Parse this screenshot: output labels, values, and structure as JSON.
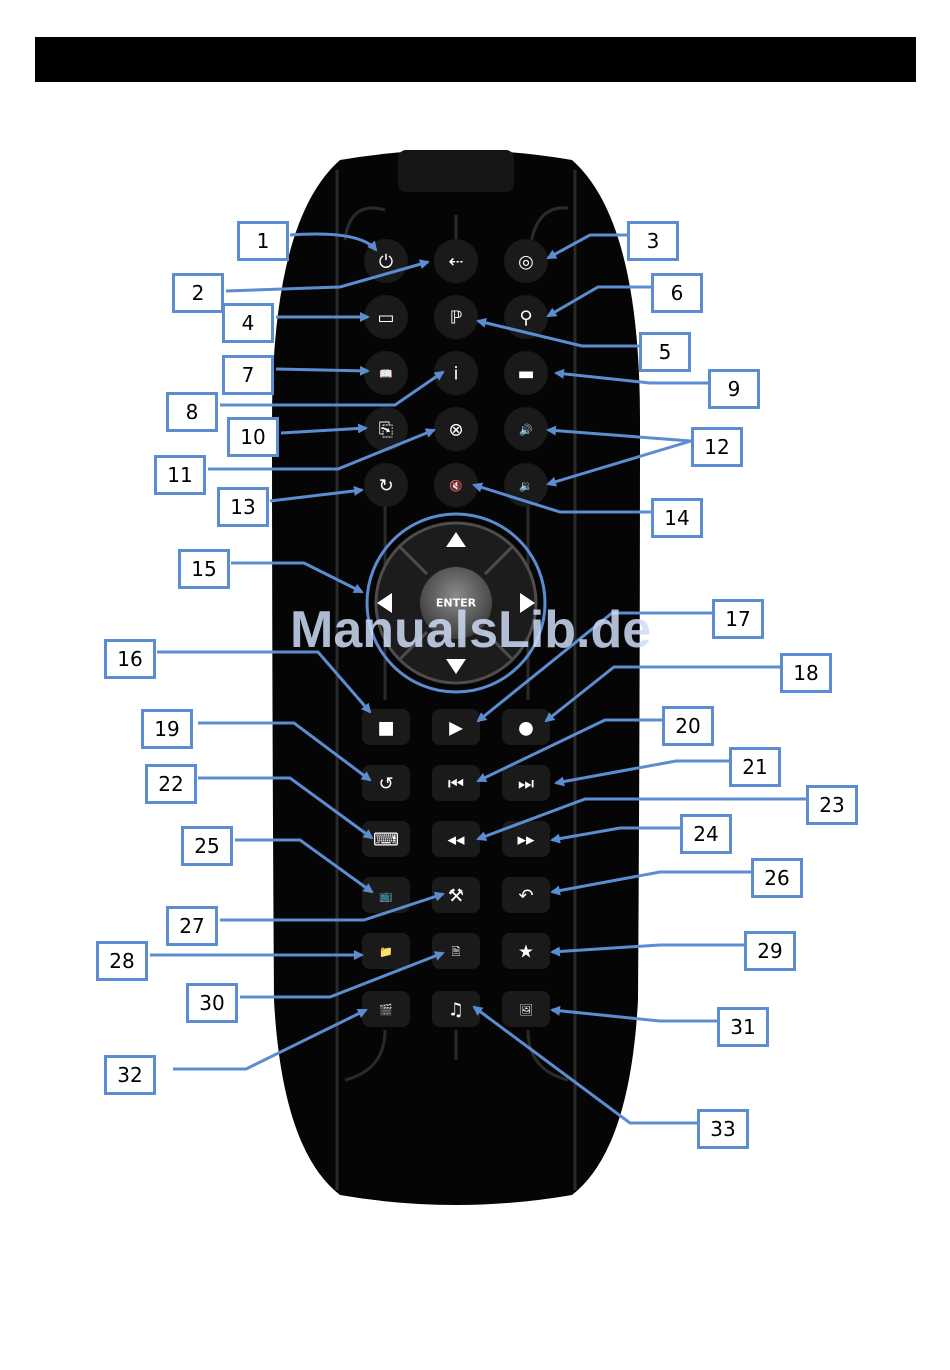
{
  "header": {
    "bar_color": "#000000"
  },
  "remote": {
    "body_color": "#050505",
    "enter_label": "ENTER",
    "buttons": [
      {
        "name": "power-icon"
      },
      {
        "name": "input-source-icon"
      },
      {
        "name": "camera-icon"
      },
      {
        "name": "windows-icon"
      },
      {
        "name": "pn-globe-icon"
      },
      {
        "name": "search-icon"
      },
      {
        "name": "book-icon"
      },
      {
        "name": "info-icon"
      },
      {
        "name": "subtitle-icon"
      },
      {
        "name": "copy-icon"
      },
      {
        "name": "close-circle-icon"
      },
      {
        "name": "volume-up-icon"
      },
      {
        "name": "rotate-icon"
      },
      {
        "name": "mute-icon"
      },
      {
        "name": "volume-down-icon"
      },
      {
        "name": "stop-icon"
      },
      {
        "name": "play-icon"
      },
      {
        "name": "record-icon"
      },
      {
        "name": "repeat-icon"
      },
      {
        "name": "previous-icon"
      },
      {
        "name": "next-icon"
      },
      {
        "name": "keyboard-icon"
      },
      {
        "name": "rewind-icon"
      },
      {
        "name": "fast-forward-icon"
      },
      {
        "name": "tv-icon"
      },
      {
        "name": "settings-tools-icon"
      },
      {
        "name": "back-icon"
      },
      {
        "name": "folder-icon"
      },
      {
        "name": "file-icon"
      },
      {
        "name": "favorite-star-icon"
      },
      {
        "name": "movie-clapper-icon"
      },
      {
        "name": "music-note-icon"
      },
      {
        "name": "photo-icon"
      }
    ]
  },
  "callouts": [
    "1",
    "2",
    "3",
    "4",
    "5",
    "6",
    "7",
    "8",
    "9",
    "10",
    "11",
    "12",
    "13",
    "14",
    "15",
    "16",
    "17",
    "18",
    "19",
    "20",
    "21",
    "22",
    "23",
    "24",
    "25",
    "26",
    "27",
    "28",
    "29",
    "30",
    "31",
    "32",
    "33"
  ],
  "watermark": "ManualsLib.de",
  "colors": {
    "callout_border": "#5b8dd0",
    "arrow": "#5b8dd0",
    "watermark": "#cddcf5"
  }
}
